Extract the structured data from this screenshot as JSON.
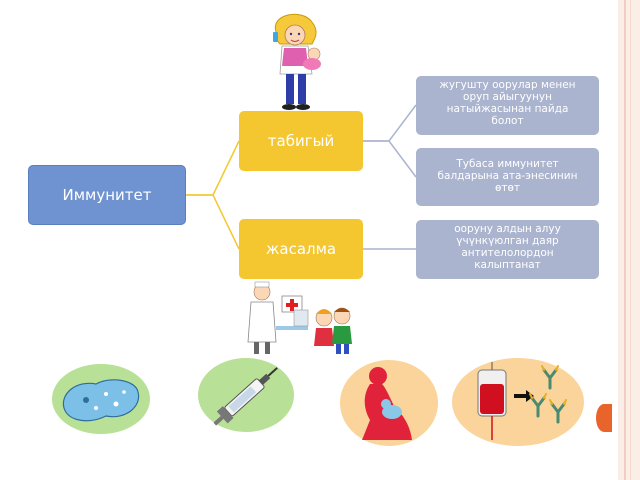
{
  "diagram": {
    "root": {
      "label": "Иммунитет"
    },
    "branches": [
      {
        "label": "табигый",
        "leaves": [
          {
            "lines": [
              "жугушту оорулар менен",
              "оруп айыгуунун",
              "натыйжасынан пайда",
              "болот"
            ]
          },
          {
            "lines": [
              "Тубаса иммунитет",
              "балдарына  ата-энесинин",
              "өтөт"
            ]
          }
        ]
      },
      {
        "label": "жасалма",
        "leaves": [
          {
            "lines": [
              "ооруну алдын алуу",
              "үчүнкүюлган  даяр",
              "антителолордон",
              "калыптанат"
            ]
          }
        ]
      }
    ]
  },
  "colors": {
    "root": "#6f93d1",
    "branch": "#f4c731",
    "leaf": "#aab4cf",
    "connector_root": "#f4c731",
    "connector_leaf": "#aab4cf",
    "accent": "#e8642b"
  },
  "illustrations": [
    "mother-with-baby-icon",
    "doctor-with-children-icon",
    "amoeba-icon",
    "syringe-icon",
    "breastfeeding-icon",
    "blood-bag-antibodies-icon"
  ]
}
